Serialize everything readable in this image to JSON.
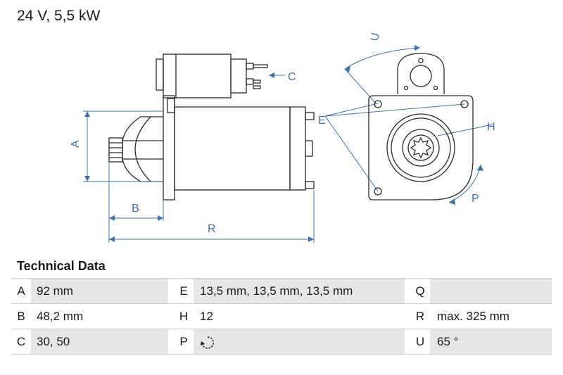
{
  "heading": "24 V, 5,5 kW",
  "drawing_labels": {
    "A": "A",
    "B": "B",
    "C": "C",
    "E": "E",
    "H": "H",
    "P": "P",
    "R": "R",
    "U": "U"
  },
  "section_title": "Technical Data",
  "specs": [
    [
      {
        "key": "A",
        "value": "92 mm"
      },
      {
        "key": "E",
        "value": "13,5 mm, 13,5 mm, 13,5 mm"
      },
      {
        "key": "Q",
        "value": ""
      }
    ],
    [
      {
        "key": "B",
        "value": "48,2 mm"
      },
      {
        "key": "H",
        "value": "12"
      },
      {
        "key": "R",
        "value": "max. 325 mm"
      }
    ],
    [
      {
        "key": "C",
        "value": "30, 50"
      },
      {
        "key": "P",
        "value": "",
        "icon": "clockwise-rotation-icon"
      },
      {
        "key": "U",
        "value": "65 °"
      }
    ]
  ],
  "colors": {
    "dimension": "#3a73b5",
    "line": "#2a2a2a",
    "row_shade": "#e6e6e6"
  }
}
